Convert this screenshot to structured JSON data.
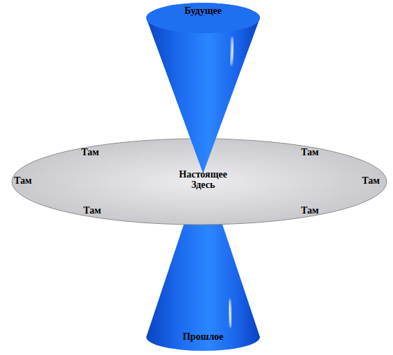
{
  "diagram": {
    "nodes": [
      {
        "text": [
          "Будущее"
        ]
      },
      {
        "text": [
          "Там",
          "Там",
          "Там",
          "Настоящее Здесь",
          "Там",
          "Там",
          "Там"
        ]
      },
      {
        "text": [
          "Прошлое"
        ]
      }
    ]
  }
}
